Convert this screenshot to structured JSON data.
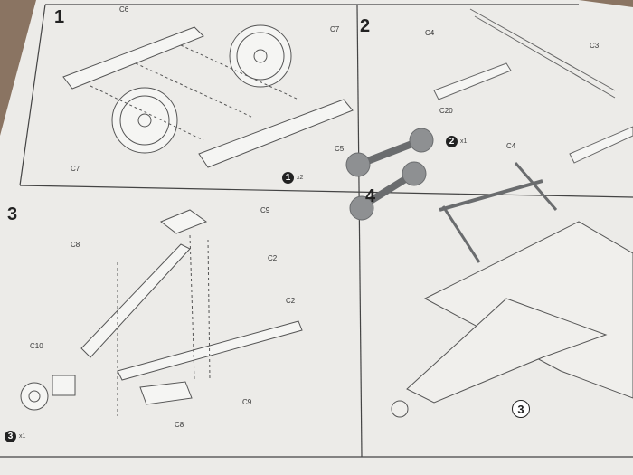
{
  "steps": {
    "s1": {
      "number": "1",
      "labels": [
        "C6",
        "C7",
        "C7",
        "C5"
      ],
      "badge": "1",
      "qty": "x2"
    },
    "s2": {
      "number": "2",
      "labels": [
        "C4",
        "C3",
        "C20",
        "C4"
      ],
      "badge": "2",
      "qty": "x1"
    },
    "s3": {
      "number": "3",
      "labels": [
        "C9",
        "C8",
        "C2",
        "C2",
        "C10",
        "C9",
        "C8"
      ],
      "badge": "3",
      "qty": "x1"
    },
    "s4": {
      "number": "4",
      "badge": "3"
    }
  },
  "colors": {
    "paper": "#ecebe8",
    "table": "#8a7462",
    "plastic": "#8e9092",
    "ink": "#333333"
  }
}
